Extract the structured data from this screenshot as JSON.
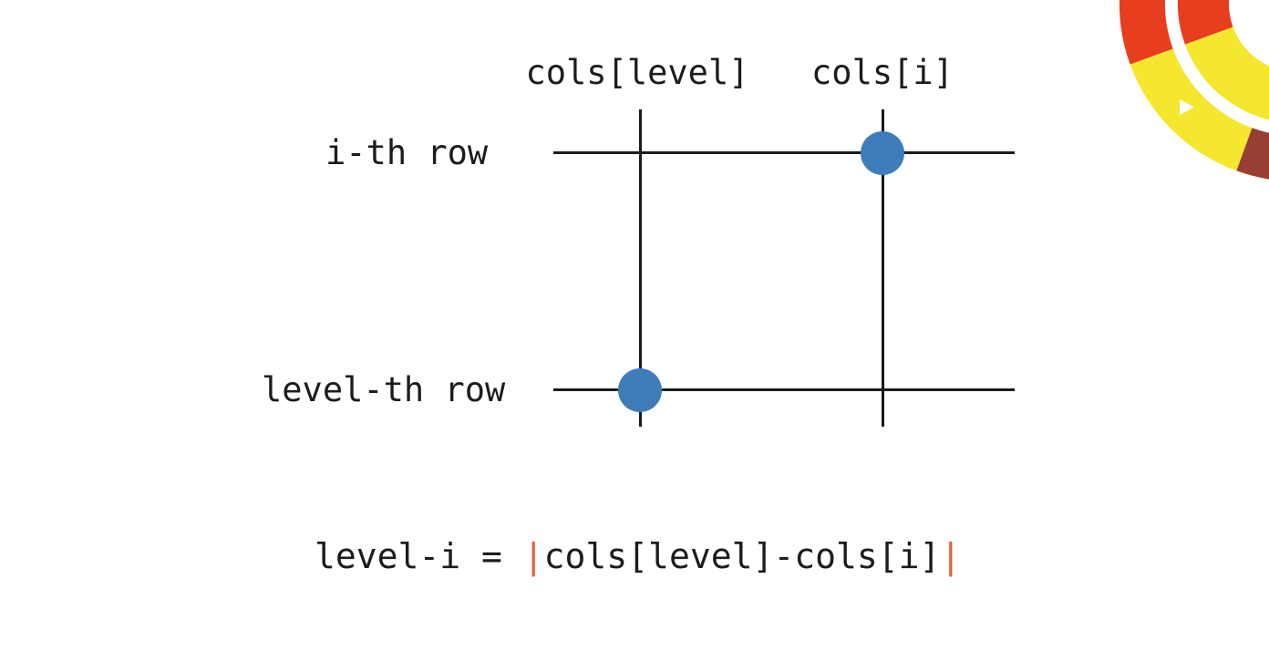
{
  "slide": {
    "background": "#ffffff"
  },
  "diagram": {
    "column_labels": [
      {
        "text": "cols[level]"
      },
      {
        "text": "cols[i]"
      }
    ],
    "row_labels": [
      {
        "text": "i-th row"
      },
      {
        "text": "level-th row"
      }
    ],
    "line_color": "#1b1b1b",
    "dot_color": "#3e7cba"
  },
  "formula": {
    "lhs": "level-i = ",
    "abs_open": "|",
    "expression": "cols[level]-cols[i]",
    "abs_close": "|",
    "abs_bar_color": "#e66038"
  },
  "corner_logo": {
    "colors": {
      "red": "#e63e1f",
      "yellow": "#f5e62e",
      "maroon": "#993e33",
      "gap": "#ffffff"
    }
  }
}
